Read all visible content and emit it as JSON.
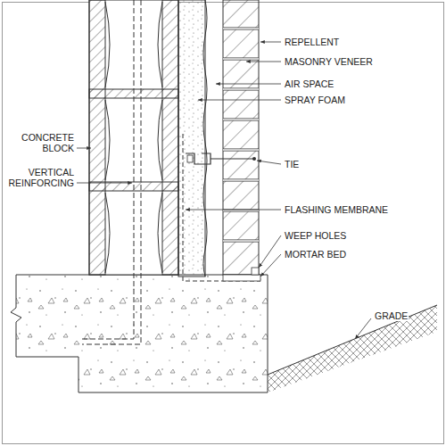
{
  "diagram": {
    "labels": [
      "REPELLENT",
      "MASONRY VENEER",
      "AIR SPACE",
      "SPRAY FOAM",
      "TIE",
      "FLASHING MEMBRANE",
      "WEEP HOLES",
      "MORTAR BED",
      "GRADE",
      "CONCRETE BLOCK",
      "VERTICAL REINFORCING"
    ]
  }
}
